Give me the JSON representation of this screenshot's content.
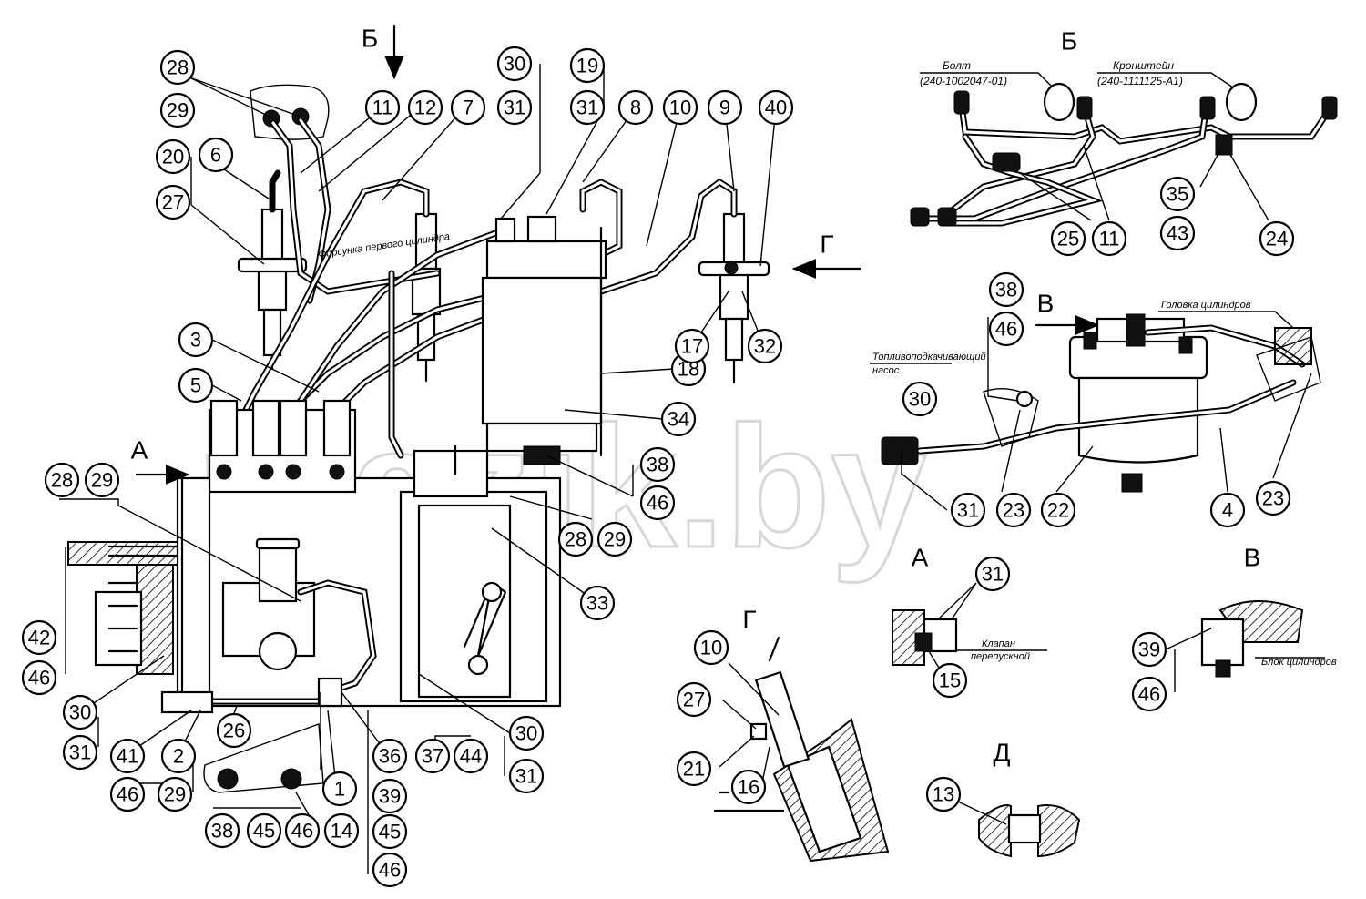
{
  "watermark": "mazik.by",
  "view_labels": {
    "b_arrow": "Б",
    "a_arrow": "А",
    "g_arrow": "Г",
    "v_arrow": "В",
    "b_view": "Б",
    "v_view": "В",
    "a_view": "А",
    "v_view2": "В",
    "g_view": "Г",
    "d_view": "Д"
  },
  "notes": {
    "bolt": "Болт",
    "bolt_num": "(240-1002047-01)",
    "bracket": "Кронштейн",
    "bracket_num": "(240-1111125-А1)",
    "head": "Головка цилиндров",
    "pump_line1": "Топливоподкачивающий",
    "pump_line2": "насос",
    "valve_line1": "Клапан",
    "valve_line2": "перепускной",
    "block": "Блок цилиндров",
    "fixture": "Форсунка первого цилиндра"
  },
  "callouts": {
    "c28a": "28",
    "c29a": "29",
    "c20": "20",
    "c27a": "27",
    "c6": "6",
    "c11a": "11",
    "c12": "12",
    "c7": "7",
    "c30a": "30",
    "c31a": "31",
    "c19": "19",
    "c31b": "31",
    "c8": "8",
    "c10a": "10",
    "c9": "9",
    "c40": "40",
    "c3": "3",
    "c5": "5",
    "c18": "18",
    "c34": "34",
    "c17": "17",
    "c32": "32",
    "c38a": "38",
    "c46a": "46",
    "c28b": "28",
    "c29b": "29",
    "c33": "33",
    "c28c": "28",
    "c29c": "29",
    "c42": "42",
    "c46b": "46",
    "c30b": "30",
    "c31c": "31",
    "c41": "41",
    "c2": "2",
    "c26": "26",
    "c46c": "46",
    "c29d": "29",
    "c36": "36",
    "c37": "37",
    "c44": "44",
    "c30c": "30",
    "c31d": "31",
    "c1": "1",
    "c39a": "39",
    "c38b": "38",
    "c45a": "45",
    "c46d": "46",
    "c14": "14",
    "c45b": "45",
    "c46e": "46",
    "c35": "35",
    "c43": "43",
    "c25": "25",
    "c11b": "11",
    "c24": "24",
    "c38c": "38",
    "c46f": "46",
    "c30d": "30",
    "c31e": "31",
    "c23a": "23",
    "c22": "22",
    "c4": "4",
    "c23b": "23",
    "c31f": "31",
    "c15": "15",
    "c39b": "39",
    "c46g": "46",
    "c10b": "10",
    "c27b": "27",
    "c21": "21",
    "c16": "16",
    "c13": "13"
  }
}
